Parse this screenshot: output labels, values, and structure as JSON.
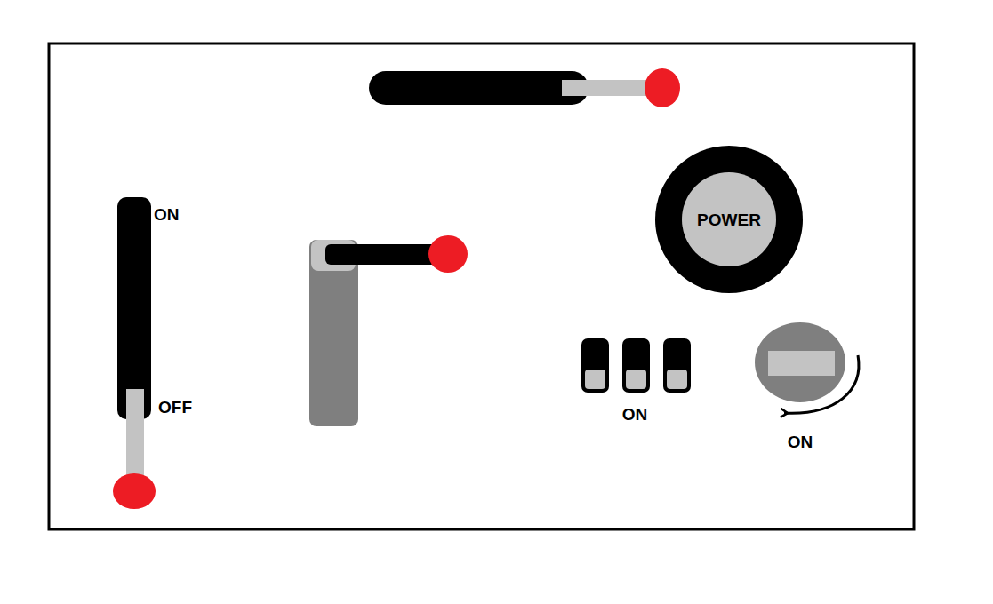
{
  "diagram": {
    "nodes": [
      {
        "text": [
          "POWER"
        ]
      }
    ],
    "labels": [
      "ON",
      "OFF",
      "ON",
      "ON"
    ]
  }
}
